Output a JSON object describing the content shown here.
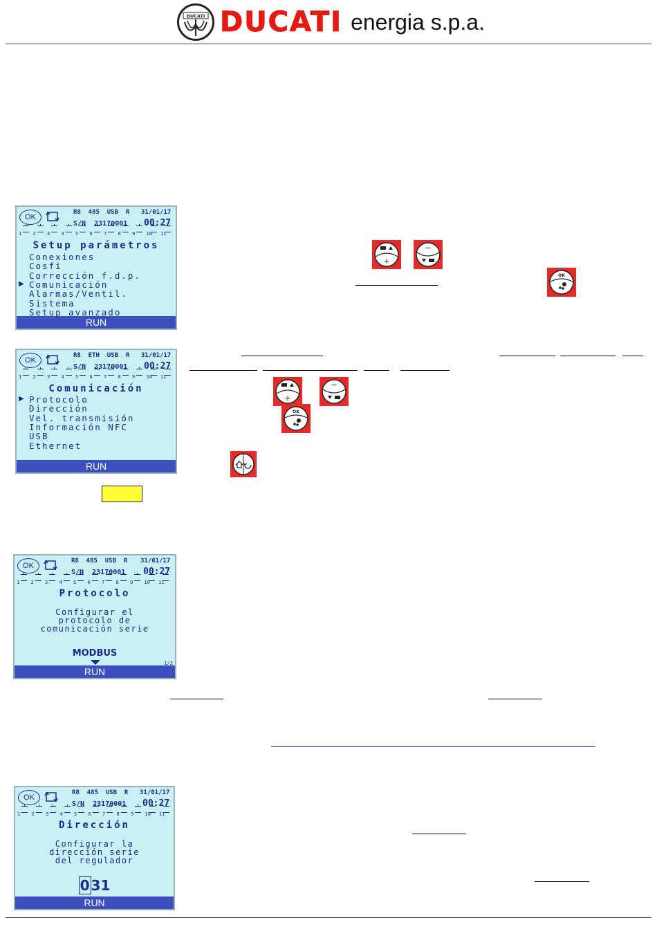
{
  "header": {
    "brand": "DUCATI",
    "brand_suffix": "energia s.p.a.",
    "seal_text": "DUCATI"
  },
  "lcd_common": {
    "ok_label": "OK",
    "serial_label": "S/N",
    "serial": "23170001",
    "time": "00:27",
    "date": "31/01/17",
    "run_label": "RUN",
    "step_numbers": [
      "1",
      "2",
      "3",
      "4",
      "5",
      "6",
      "7",
      "8",
      "9",
      "10",
      "11"
    ]
  },
  "screens": [
    {
      "status": "R8  485  USB  R",
      "title": "Setup parámetros",
      "items": [
        "Conexiones",
        "Cosfi",
        "Corrección f.d.p.",
        "Comunicación",
        "Alarmas/Ventil.",
        "Sistema",
        "Setup avanzado"
      ],
      "selected_index": 3
    },
    {
      "status": "R8  ETH  USB  R",
      "title": "Comunicación",
      "items": [
        "Protocolo",
        "Dirección",
        "Vel. transmisión",
        "Información NFC",
        "USB",
        "Ethernet"
      ],
      "selected_index": 0
    },
    {
      "status": "R8  485  USB  R",
      "title": "Protocolo",
      "description": [
        "Configurar el",
        "protocolo de",
        "comunicación serie"
      ],
      "value": "MODBUS",
      "page": "1/2"
    },
    {
      "status": "R8  485  USB  R",
      "title": "Dirección",
      "description": [
        "Configurar la",
        "dirección serie",
        "del regulador"
      ],
      "value_cursor_digit": "0",
      "value_rest": "31"
    }
  ],
  "keys": {
    "ok_key": "OK",
    "minus_key": "−",
    "plus_key": "+"
  }
}
